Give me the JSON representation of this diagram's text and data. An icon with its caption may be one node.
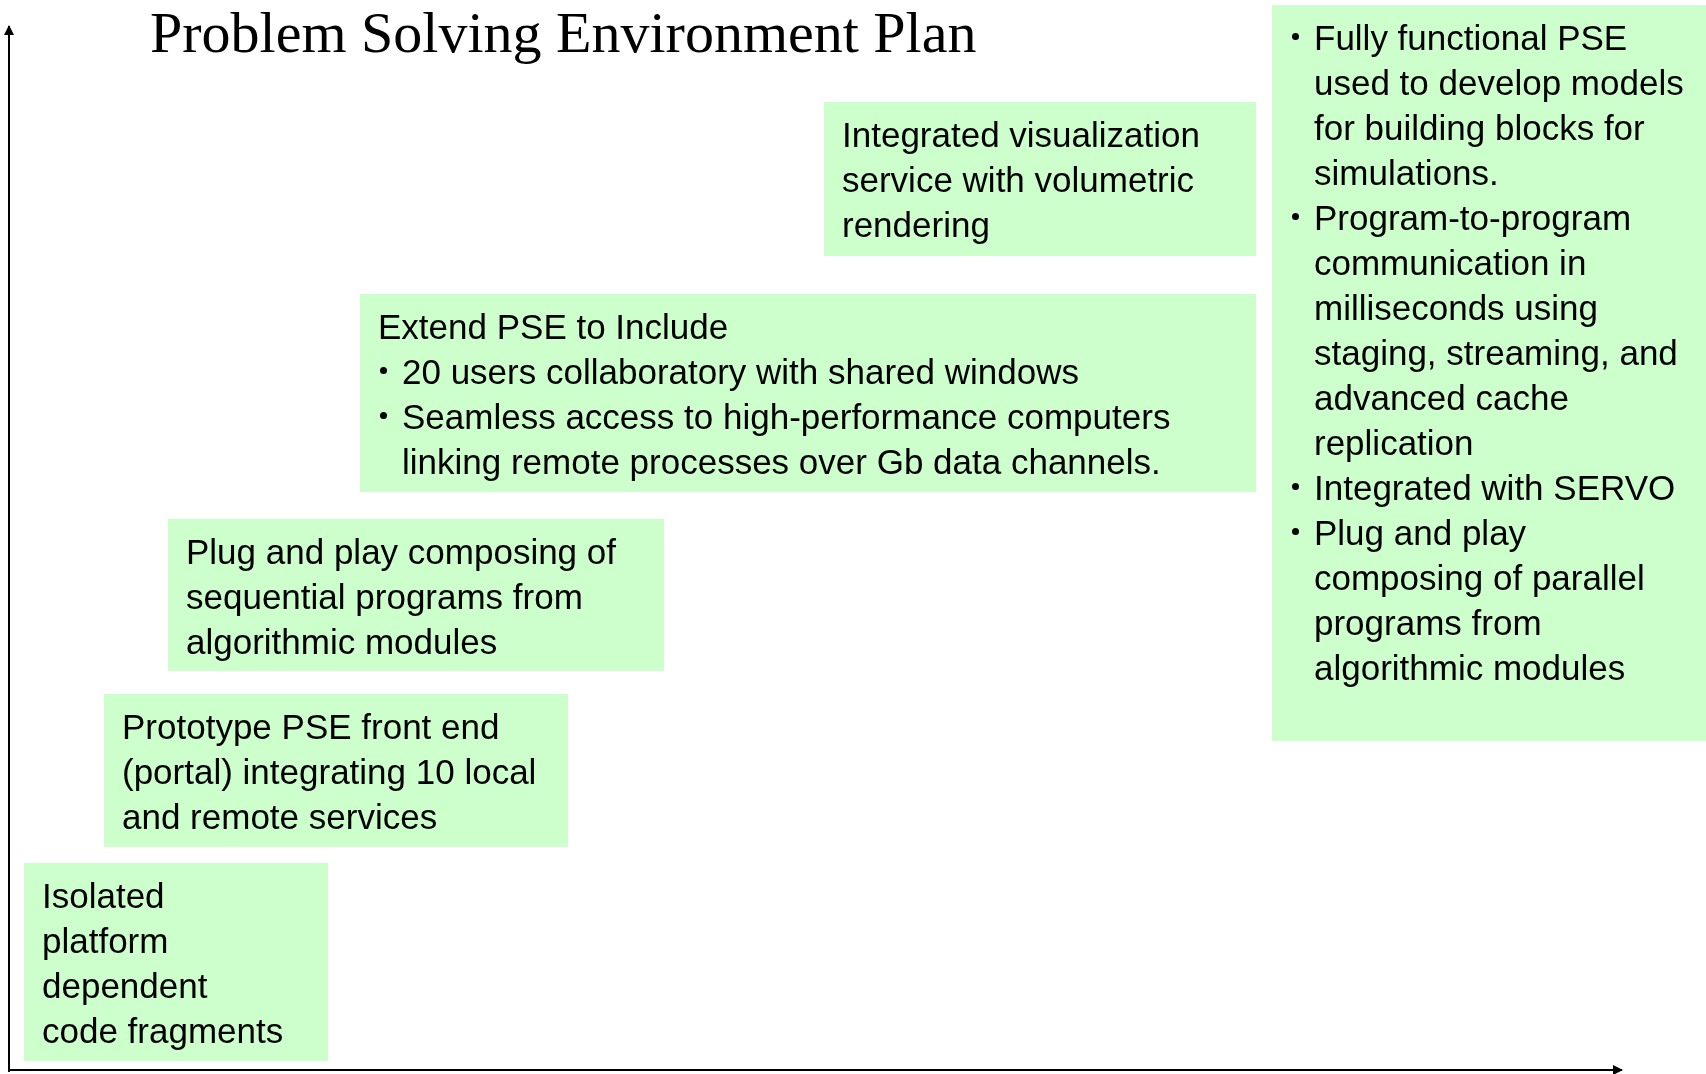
{
  "diagram": {
    "title": "Problem Solving Environment Plan",
    "nodes": [
      {
        "text": [
          "Isolated platform dependent code fragments"
        ]
      },
      {
        "text": [
          "Prototype PSE front end (portal) integrating 10 local and remote services"
        ]
      },
      {
        "text": [
          "Plug and play composing of sequential programs from algorithmic modules"
        ]
      },
      {
        "text": [
          "Extend PSE to Include",
          "20 users collaboratory with shared windows",
          "Seamless access to high-performance computers linking remote processes over Gb data channels."
        ]
      },
      {
        "text": [
          "Integrated visualization service with volumetric rendering"
        ]
      },
      {
        "text": [
          "Fully functional PSE used to develop models for building blocks for simulations.",
          "Program-to-program communication in milliseconds using staging, streaming, and advanced cache replication",
          "Integrated with SERVO",
          "Plug and play composing of parallel programs from algorithmic modules"
        ]
      }
    ]
  }
}
